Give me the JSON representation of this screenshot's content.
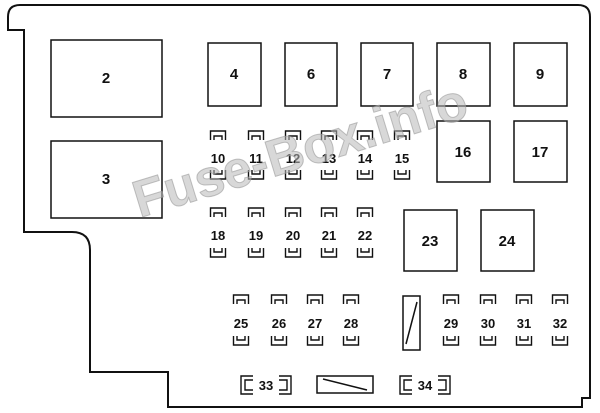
{
  "watermark": "Fuse-Box.info",
  "relays": [
    {
      "id": "relay-2",
      "label": "2"
    },
    {
      "id": "relay-3",
      "label": "3"
    },
    {
      "id": "relay-4",
      "label": "4"
    },
    {
      "id": "relay-6",
      "label": "6"
    },
    {
      "id": "relay-7",
      "label": "7"
    },
    {
      "id": "relay-8",
      "label": "8"
    },
    {
      "id": "relay-9",
      "label": "9"
    },
    {
      "id": "relay-16",
      "label": "16"
    },
    {
      "id": "relay-17",
      "label": "17"
    },
    {
      "id": "relay-23",
      "label": "23"
    },
    {
      "id": "relay-24",
      "label": "24"
    }
  ],
  "fuses": [
    {
      "id": "fuse-10",
      "label": "10"
    },
    {
      "id": "fuse-11",
      "label": "11"
    },
    {
      "id": "fuse-12",
      "label": "12"
    },
    {
      "id": "fuse-13",
      "label": "13"
    },
    {
      "id": "fuse-14",
      "label": "14"
    },
    {
      "id": "fuse-15",
      "label": "15"
    },
    {
      "id": "fuse-18",
      "label": "18"
    },
    {
      "id": "fuse-19",
      "label": "19"
    },
    {
      "id": "fuse-20",
      "label": "20"
    },
    {
      "id": "fuse-21",
      "label": "21"
    },
    {
      "id": "fuse-22",
      "label": "22"
    },
    {
      "id": "fuse-25",
      "label": "25"
    },
    {
      "id": "fuse-26",
      "label": "26"
    },
    {
      "id": "fuse-27",
      "label": "27"
    },
    {
      "id": "fuse-28",
      "label": "28"
    },
    {
      "id": "fuse-29",
      "label": "29"
    },
    {
      "id": "fuse-30",
      "label": "30"
    },
    {
      "id": "fuse-31",
      "label": "31"
    },
    {
      "id": "fuse-32",
      "label": "32"
    }
  ],
  "side_fuses": [
    {
      "id": "fuse-33",
      "label": "33"
    },
    {
      "id": "fuse-34",
      "label": "34"
    }
  ]
}
